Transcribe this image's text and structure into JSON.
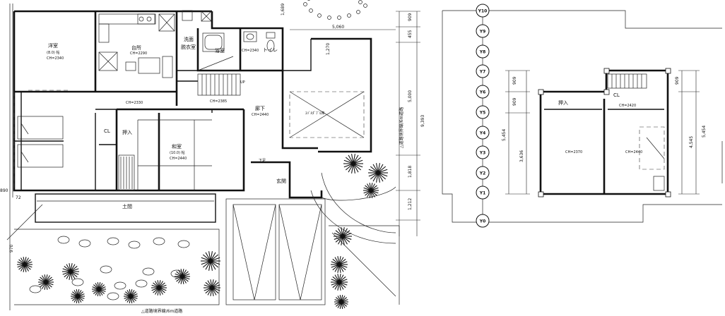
{
  "floor1": {
    "rooms": {
      "youshitsu": "洋室",
      "youshitsu_size": "(8.0) 帖",
      "youshitsu_ch": "CH=2340",
      "daidokoro": "台所",
      "daidokoro_ch": "CH=2290",
      "senmen": "洗面",
      "datsuijo": "脱衣室",
      "furo": "浴室",
      "senmen_ch": "CH=2340",
      "toire": "トイレ",
      "washitsu": "和室",
      "washitsu_size": "(10.0) 帖",
      "washitsu_ch": "CH=2440",
      "roka": "廊下",
      "roka_ch": "CH=2440",
      "oshiire": "押入",
      "cl": "CL",
      "doma": "土間",
      "genkan": "玄関",
      "kutsu": "下足",
      "ch_2330": "CH=2330",
      "ch_2385": "CH=2385",
      "garage": "ｽﾊﾞﾙﾀﾞﾌﾞﾙ床",
      "up": "UP"
    },
    "dims_right": [
      "909",
      "455",
      "5,000",
      "9,393",
      "1,818",
      "1,212"
    ],
    "dims_top": [
      "1,689",
      "5,060",
      "1,270"
    ],
    "dims_left": [
      "970",
      "890",
      "72"
    ],
    "road_bottom": "△道路境界線/6m道路",
    "road_right": "△道路境界線/6m道路"
  },
  "floor2": {
    "axes": [
      "Y10",
      "Y9",
      "Y8",
      "Y7",
      "Y6",
      "Y5",
      "Y4",
      "Y3",
      "Y2",
      "Y1",
      "Y0"
    ],
    "rooms": {
      "oshiire": "押入",
      "room_left_ch": "CH=2370",
      "room_right_ch": "CH=2440",
      "cl": "CL",
      "ch_small": "CH=2420"
    },
    "dims_left": [
      "909",
      "909",
      "5,454",
      "3,636"
    ],
    "dims_right": [
      "909",
      "5,454",
      "4,545"
    ]
  }
}
